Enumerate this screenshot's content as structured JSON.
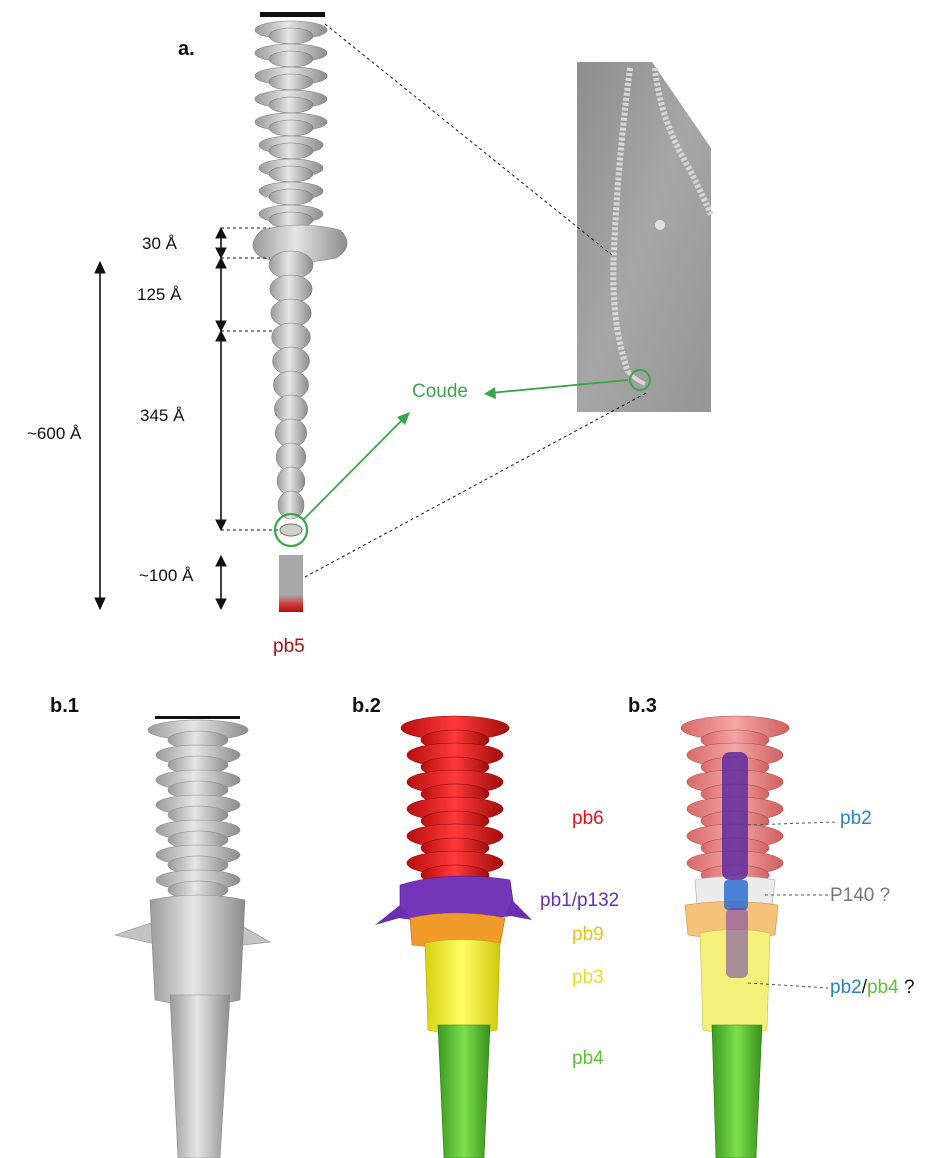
{
  "panels": {
    "a": "a.",
    "b1": "b.1",
    "b2": "b.2",
    "b3": "b.3"
  },
  "dimensions": {
    "d30": "30 Å",
    "d125": "125 Å",
    "d345": "345 Å",
    "d600": "~600 Å",
    "d100": "~100 Å"
  },
  "annotations": {
    "coude": "Coude",
    "pb5": "pb5"
  },
  "b2_labels": {
    "pb6": "pb6",
    "pb1": "pb1/p132",
    "pb9": "pb9",
    "pb3": "pb3",
    "pb4": "pb4"
  },
  "b3_labels": {
    "pb2": "pb2",
    "p140": "P140 ?",
    "pb2b": "pb2",
    "slash": "/",
    "pb4": "pb4",
    "q": " ?"
  },
  "colors": {
    "pb6": "#e01515",
    "pb1": "#6a2fb0",
    "pb9": "#e88a12",
    "pb3": "#e8e020",
    "pb4": "#5fc136",
    "pb5": "#b01010",
    "coude": "#3aa64a",
    "pb2": "#2a7fc8",
    "p140": "#777777"
  }
}
